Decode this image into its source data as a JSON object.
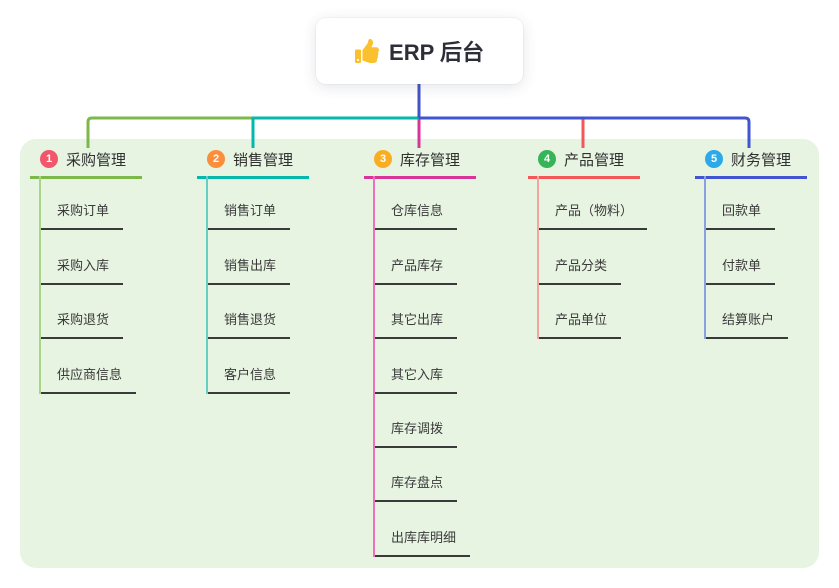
{
  "root": {
    "label": "ERP 后台",
    "icon": "thumbs-up-icon",
    "icon_color": "#fbc02d",
    "line_color": "#4253c9"
  },
  "panel": {
    "background": "#e7f4e2"
  },
  "branches": [
    {
      "index": "1",
      "label": "采购管理",
      "badge_color": "#f1566b",
      "line_color": "#7db94a",
      "child_line_color": "#a9d589",
      "items": [
        "采购订单",
        "采购入库",
        "采购退货",
        "供应商信息"
      ]
    },
    {
      "index": "2",
      "label": "销售管理",
      "badge_color": "#fa8e3c",
      "line_color": "#06b8ac",
      "child_line_color": "#66cfc4",
      "items": [
        "销售订单",
        "销售出库",
        "销售退货",
        "客户信息"
      ]
    },
    {
      "index": "3",
      "label": "库存管理",
      "badge_color": "#f9ae22",
      "line_color": "#d8359b",
      "child_line_color": "#f06ebb",
      "items": [
        "仓库信息",
        "产品库存",
        "其它出库",
        "其它入库",
        "库存调拨",
        "库存盘点",
        "出库库明细"
      ]
    },
    {
      "index": "4",
      "label": "产品管理",
      "badge_color": "#35b558",
      "line_color": "#f25858",
      "child_line_color": "#f7a3a0",
      "items": [
        "产品（物料）",
        "产品分类",
        "产品单位"
      ]
    },
    {
      "index": "5",
      "label": "财务管理",
      "badge_color": "#2ba9e8",
      "line_color": "#4155d2",
      "child_line_color": "#8ba0de",
      "items": [
        "回款单",
        "付款单",
        "结算账户"
      ]
    }
  ]
}
